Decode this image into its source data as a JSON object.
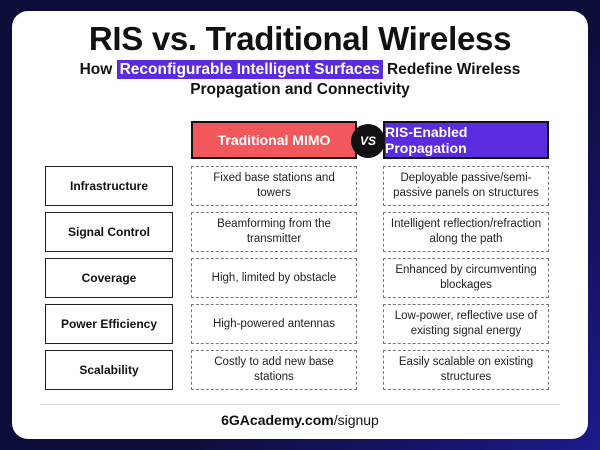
{
  "title": "RIS vs. Traditional Wireless",
  "subtitle": {
    "before": "How ",
    "highlight": "Reconfigurable Intelligent Surfaces",
    "after": " Redefine Wireless Propagation and Connectivity"
  },
  "columns": {
    "traditional": "Traditional MIMO",
    "vs": "VS",
    "ris": "RIS-Enabled Propagation"
  },
  "rows": [
    {
      "label": "Infrastructure",
      "traditional": "Fixed base stations and towers",
      "ris": "Deployable passive/semi-passive panels on structures"
    },
    {
      "label": "Signal Control",
      "traditional": "Beamforming from the transmitter",
      "ris": "Intelligent reflection/refraction along the path"
    },
    {
      "label": "Coverage",
      "traditional": "High, limited by obstacle",
      "ris": "Enhanced by circumventing blockages"
    },
    {
      "label": "Power Efficiency",
      "traditional": "High-powered antennas",
      "ris": "Low-power, reflective use of existing signal energy"
    },
    {
      "label": "Scalability",
      "traditional": "Costly to add new base stations",
      "ris": "Easily scalable on existing structures"
    }
  ],
  "footer": {
    "bold": "6GAcademy.com",
    "rest": "/signup"
  },
  "colors": {
    "traditional": "#f2585b",
    "ris": "#5b2be0",
    "background": "#0d0d3a"
  }
}
